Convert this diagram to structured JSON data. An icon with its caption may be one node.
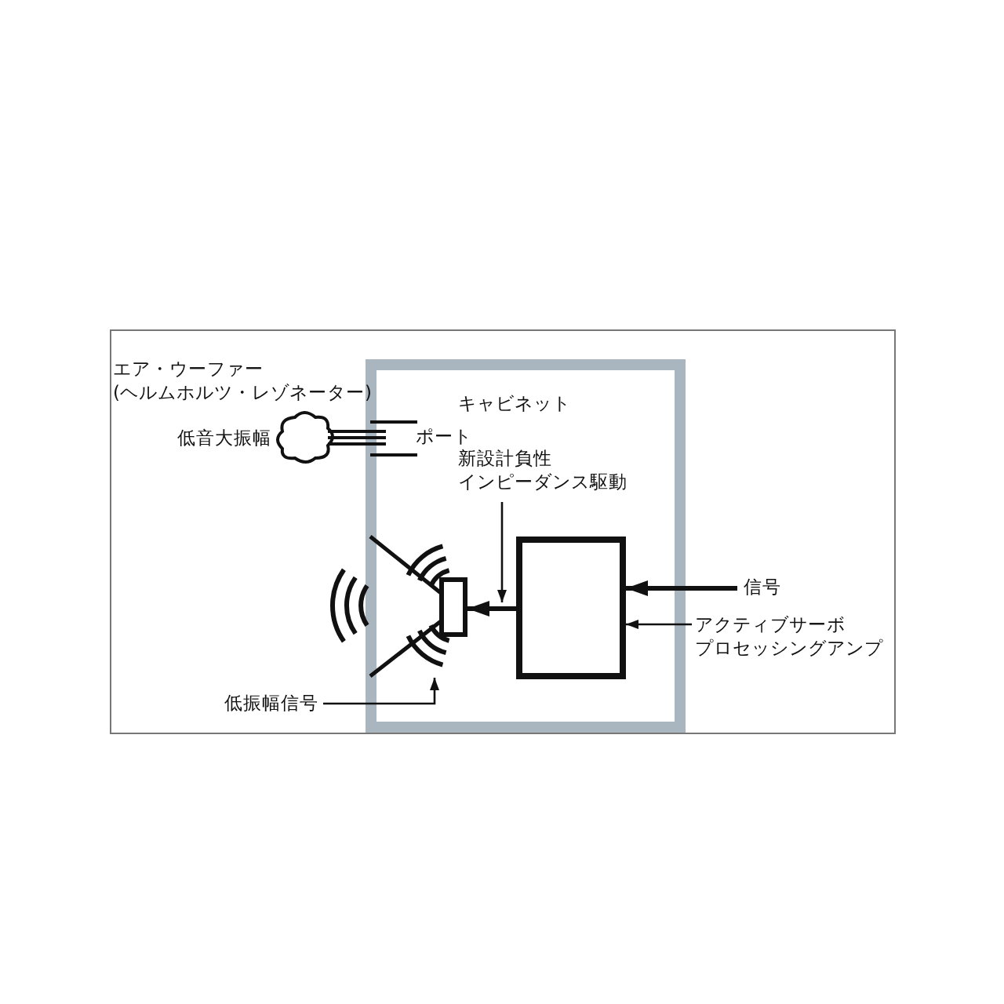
{
  "diagram": {
    "nodes": [
      {
        "text": [
          "キャビネット"
        ]
      },
      {
        "text": [
          "新設計負性インピーダンス駆動"
        ],
        "in": 0
      },
      {
        "text": [],
        "shape": "box",
        "in": 0
      },
      {
        "text": [],
        "shape": "box",
        "in": 0
      },
      {
        "text": [
          "信号"
        ]
      },
      {
        "text": [
          "アクティブサーボプロセッシングアンプ"
        ]
      },
      {
        "text": [
          "低振幅信号"
        ]
      },
      {
        "text": [],
        "shape": "picture"
      }
    ],
    "edges": [
      {
        "from": 4,
        "to": 2,
        "arrow": "to",
        "style": "thick"
      },
      {
        "from": 5,
        "to": 2,
        "arrow": "to"
      },
      {
        "from": 2,
        "to": 3,
        "arrow": "to",
        "style": "thick"
      },
      {
        "from": 1,
        "to": 2,
        "arrow": "to"
      },
      {
        "from": 6,
        "to": 7,
        "arrow": "to"
      }
    ],
    "labels": [
      "エア・ウーファー",
      "(ヘルムホルツ・レゾネーター)",
      "低音大振幅",
      "ポート"
    ]
  }
}
